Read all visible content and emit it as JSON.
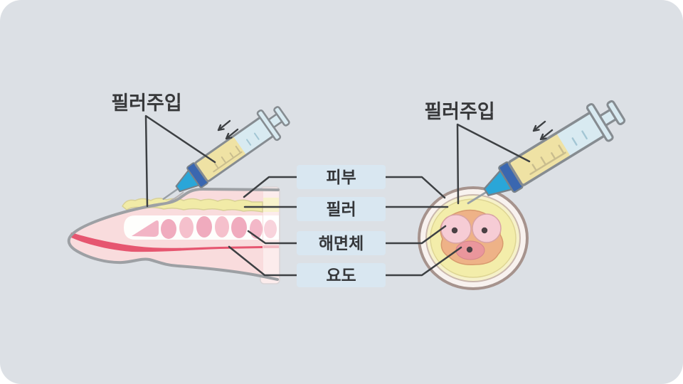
{
  "scene": {
    "injection_label_left": "필러주입",
    "injection_label_right": "필러주입",
    "layer_labels": [
      {
        "label": "피부"
      },
      {
        "label": "필러"
      },
      {
        "label": "해면체"
      },
      {
        "label": "요도"
      }
    ],
    "palette": {
      "background": "#dce0e5",
      "label_box_blue": "#d9e7f1",
      "text_dark": "#38393b",
      "connector_line": "#3d4043",
      "skin_pink": "#f9dcdd",
      "outline_gray": "#9da0a4",
      "filler_yellow": "#f1eba7",
      "cavernosum_pink": "#f0abbe",
      "urethra_red": "#e65670",
      "cross_section_ring": "#f8f2ef",
      "cross_section_orange": "#eeb287",
      "cross_section_circle_pink": "#f6ccd5",
      "cross_section_urethra": "#ea969c",
      "syringe_barrel_yellow": "#efe2a4",
      "syringe_barrel_blue": "#d8eaf1",
      "syringe_band_blue": "#3a67b0",
      "needle_hub_cyan": "#2aa6d8"
    }
  }
}
